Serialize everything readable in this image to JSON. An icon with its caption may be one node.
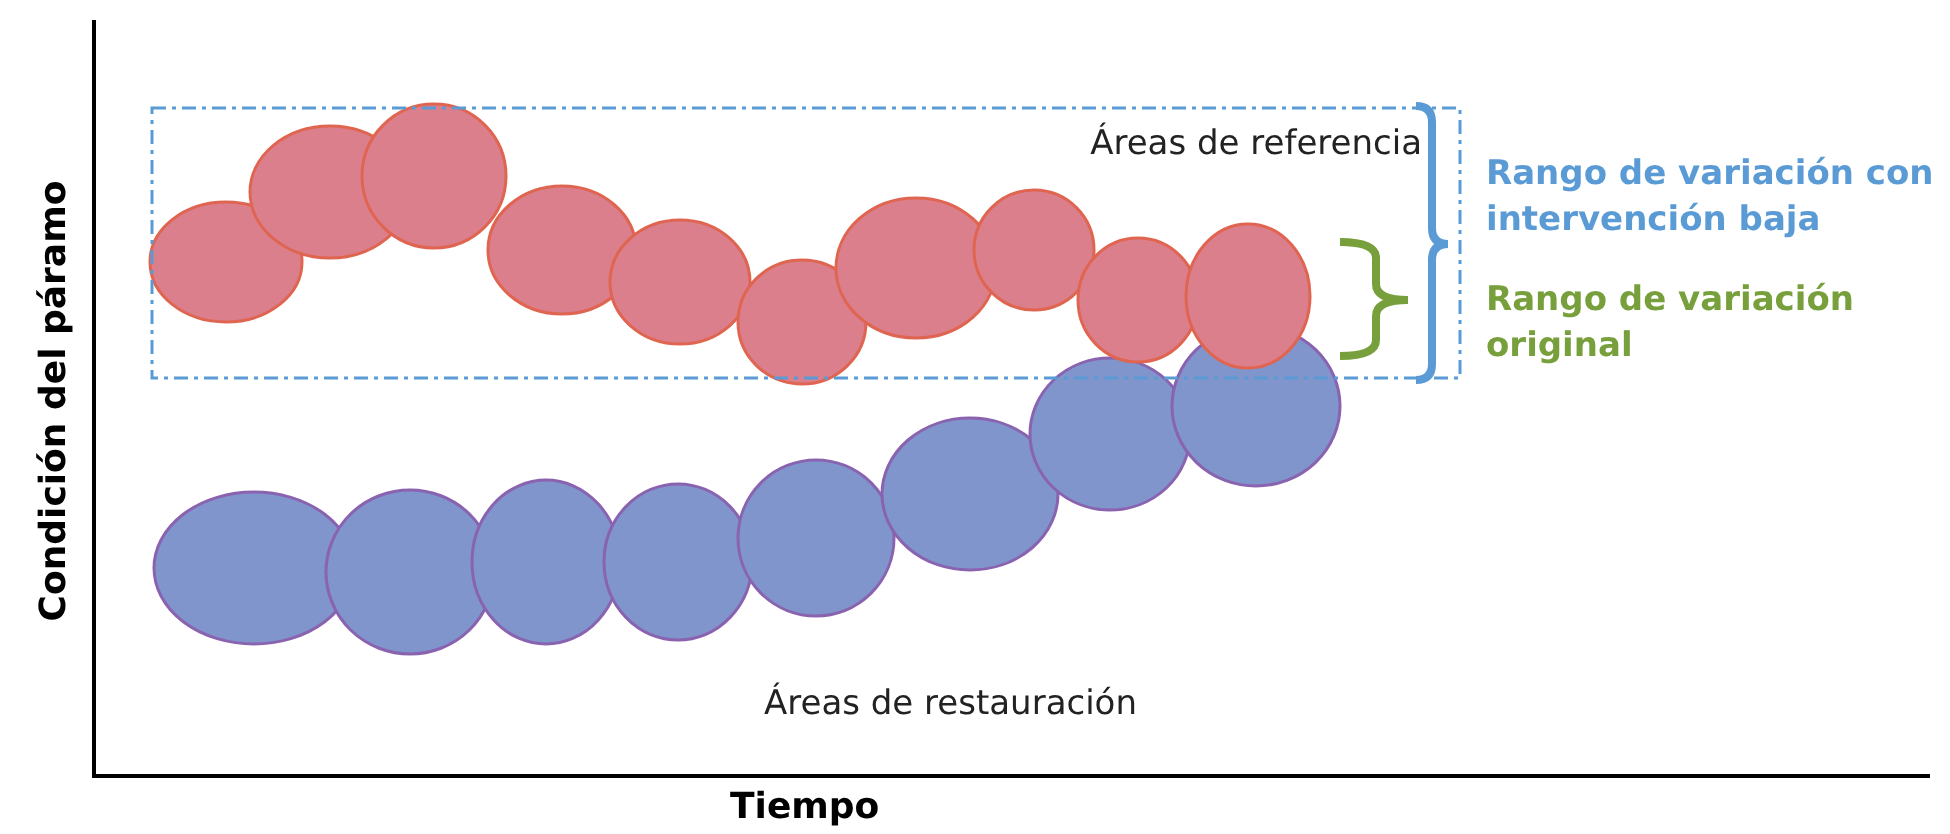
{
  "diagram": {
    "nodes": [
      {
        "text": [
          "Áreas de referencia"
        ]
      }
    ],
    "labels": [
      "Rango de variación con intervención baja",
      "Rango de variación original",
      "Áreas de restauración",
      "Condición del páramo",
      "Tiempo"
    ]
  }
}
